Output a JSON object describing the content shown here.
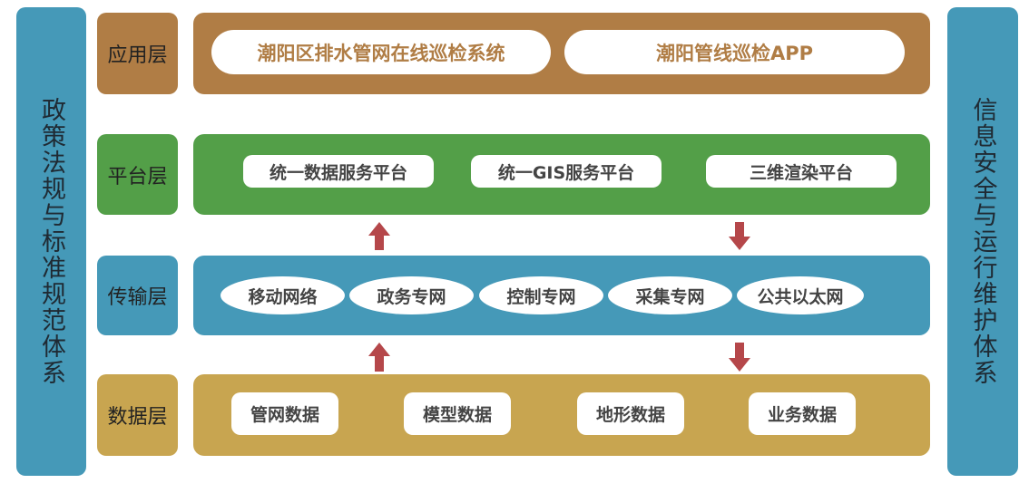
{
  "left_pillar": "政策法规与标准规范体系",
  "right_pillar": "信息安全与运行维护体系",
  "layers": [
    {
      "label": "应用层",
      "color": "#b07d45",
      "items": [
        "潮阳区排水管网在线巡检系统",
        "潮阳管线巡检APP"
      ]
    },
    {
      "label": "平台层",
      "color": "#539f48",
      "items": [
        "统一数据服务平台",
        "统一GIS服务平台",
        "三维渲染平台"
      ]
    },
    {
      "label": "传输层",
      "color": "#4599b8",
      "items": [
        "移动网络",
        "政务专网",
        "控制专网",
        "采集专网",
        "公共以太网"
      ]
    },
    {
      "label": "数据层",
      "color": "#c8a550",
      "items": [
        "管网数据",
        "模型数据",
        "地形数据",
        "业务数据"
      ]
    }
  ],
  "arrow_color": "#b5474a"
}
